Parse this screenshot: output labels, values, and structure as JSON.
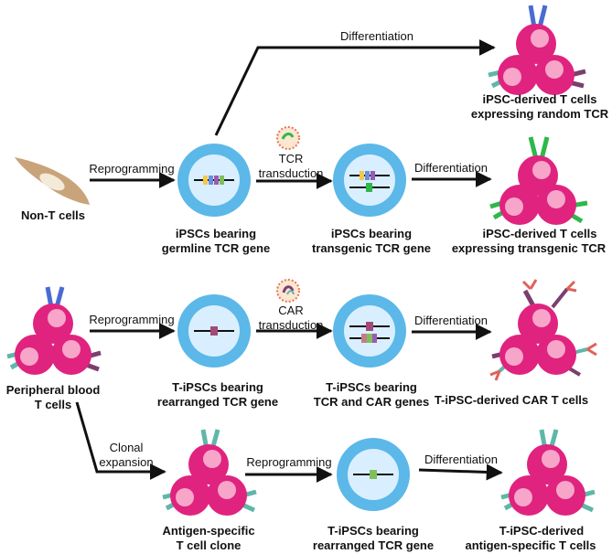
{
  "colors": {
    "cell_magenta": "#e0237f",
    "nucleus_pink": "#f7a6c9",
    "ipsc_blue": "#5bb8e8",
    "ipsc_nucleus": "#d9efff",
    "fibroblast": "#c9a47a",
    "fibroblast_nucleus": "#f4ead8",
    "receptor_teal": "#5fb7a8",
    "receptor_blue": "#4a6bd1",
    "receptor_purple": "#7b3f6e",
    "transgenic_green": "#2eb84a",
    "car_red": "#e0615b",
    "arrow": "#111111"
  },
  "labels": {
    "non_t_cells": "Non-T cells",
    "ipsc_germline": [
      "iPSCs bearing",
      "germline TCR gene"
    ],
    "ipsc_transgenic": [
      "iPSCs bearing",
      "transgenic TCR gene"
    ],
    "t_random": [
      "iPSC-derived T cells",
      "expressing random TCR"
    ],
    "t_transgenic": [
      "iPSC-derived T cells",
      "expressing transgenic TCR"
    ],
    "pb_t_cells": [
      "Peripheral blood",
      "T cells"
    ],
    "tipsc_rearranged": [
      "T-iPSCs bearing",
      "rearranged TCR gene"
    ],
    "tipsc_car": [
      "T-iPSCs bearing",
      "TCR and CAR genes"
    ],
    "car_t": "T-iPSC-derived CAR T cells",
    "clone": [
      "Antigen-specific",
      "T cell clone"
    ],
    "tipsc_rearranged2": [
      "T-iPSCs bearing",
      "rearranged TCR gene"
    ],
    "ag_t": [
      "T-iPSC-derived",
      "antigen-specific T cells"
    ]
  },
  "edges": {
    "differentiation_top": "Differentiation",
    "reprogramming_1": "Reprogramming",
    "tcr_transduction": [
      "TCR",
      "transduction"
    ],
    "differentiation_2": "Differentiation",
    "reprogramming_2": "Reprogramming",
    "car_transduction": [
      "CAR",
      "transduction"
    ],
    "differentiation_3": "Differentiation",
    "clonal_expansion": [
      "Clonal",
      "expansion"
    ],
    "reprogramming_3": "Reprogramming",
    "differentiation_4": "Differentiation"
  }
}
